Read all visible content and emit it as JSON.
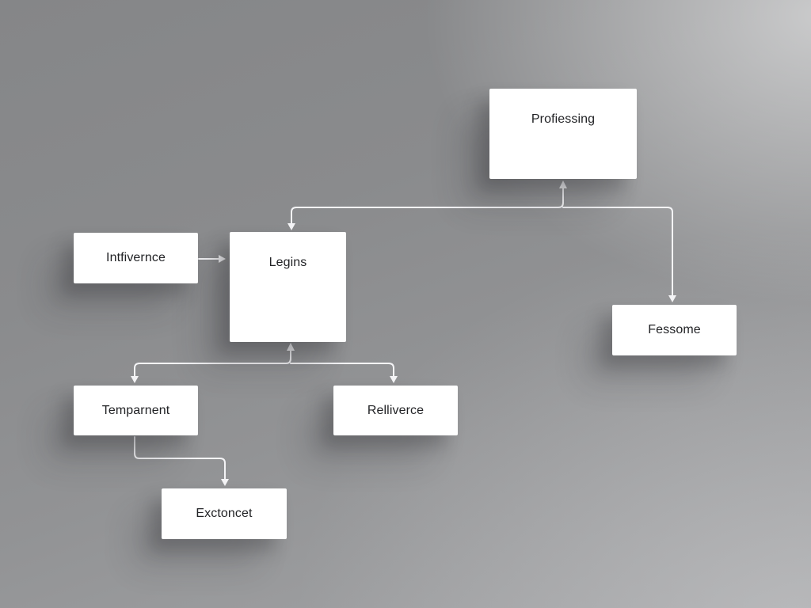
{
  "diagram": {
    "nodes": {
      "professing": "Profiessing",
      "legins": "Legins",
      "intfivernce": "Intfivernce",
      "fessome": "Fessome",
      "temparnent": "Temparnent",
      "relliverce": "Relliverce",
      "exctoncet": "Exctoncet"
    },
    "connectors": [
      {
        "from": "intfivernce",
        "to": "legins"
      },
      {
        "from": "professing",
        "to": "legins"
      },
      {
        "from": "legins",
        "to": "professing"
      },
      {
        "from": "professing",
        "to": "fessome"
      },
      {
        "from": "legins",
        "to": "temparnent"
      },
      {
        "from": "temparnent",
        "to": "legins"
      },
      {
        "from": "legins",
        "to": "relliverce"
      },
      {
        "from": "temparnent",
        "to": "exctoncet"
      }
    ]
  }
}
